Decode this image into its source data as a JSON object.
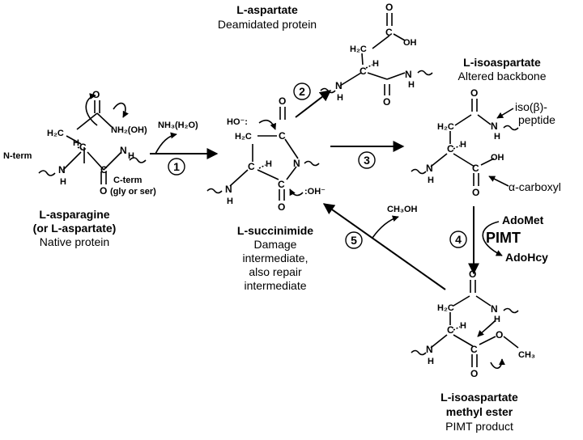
{
  "title": "",
  "colors": {
    "ink": "#000000",
    "background": "#ffffff"
  },
  "molecules": {
    "asparagine": {
      "name_line1": "L-asparagine",
      "name_line2": "(or L-aspartate)",
      "caption": "Native protein",
      "atoms": {
        "o_top": "O",
        "nh2": "NH₂(OH)",
        "h2c": "H₂C",
        "c_alpha": "C",
        "h": "H",
        "n_amide": "N",
        "h_amide": "H",
        "nh": "N",
        "nh_h": "H",
        "c_carbonyl": "C",
        "o_bottom": "O"
      },
      "n_term": "N-term",
      "c_term_line1": "C-term",
      "c_term_line2": "(gly or ser)"
    },
    "aspartate": {
      "name": "L-aspartate",
      "caption": "Deamidated protein",
      "atoms": {
        "o_top": "O",
        "oh": "OH",
        "h2c": "H₂C",
        "c": "C",
        "h": "H",
        "nh": "N",
        "nh_h": "H",
        "c_carbonyl": "C",
        "n_amide": "N",
        "h_amide": "H",
        "o_bottom": "O"
      }
    },
    "succinimide": {
      "name": "L-succinimide",
      "caption_line1": "Damage",
      "caption_line2": "intermediate,",
      "caption_line3": "also repair",
      "caption_line4": "intermediate",
      "atoms": {
        "ho": "HO⁻:",
        "o_top": "O",
        "h2c": "H₂C",
        "c1": "C",
        "c2": "C",
        "h": "H",
        "n_ring": "N",
        "nh": "N",
        "nh_h": "H",
        "c3": "C",
        "o_bottom": "O",
        "oh": ":OH⁻"
      }
    },
    "isoaspartate": {
      "name": "L-isoaspartate",
      "caption": "Altered backbone",
      "atoms": {
        "o_top": "O",
        "h2c": "H₂C",
        "c": "C",
        "h": "H",
        "nh": "N",
        "nh_h": "H",
        "c_carboxyl": "C",
        "oh": "OH",
        "o_bottom": "O",
        "n_amide": "N",
        "h_amide": "H"
      },
      "label_iso_line1": "iso(β)-",
      "label_iso_line2": "peptide",
      "label_carboxyl": "α-carboxyl"
    },
    "methyl_ester": {
      "name_line1": "L-isoaspartate",
      "name_line2": "methyl ester",
      "caption": "PIMT product",
      "atoms": {
        "o_top": "O",
        "h2c": "H₂C",
        "c": "C",
        "h": "H",
        "nh": "N",
        "nh_h": "H",
        "c_ester": "C",
        "o_ester": "O",
        "ch3": "CH₃",
        "o_bottom": "O",
        "n_amide": "N",
        "h_amide": "H"
      }
    }
  },
  "steps": [
    {
      "number": "1",
      "reagent": "NH₃(H₂O)"
    },
    {
      "number": "2"
    },
    {
      "number": "3"
    },
    {
      "number": "4",
      "reagent_in": "AdoMet",
      "enzyme": "PIMT",
      "reagent_out": "AdoHcy"
    },
    {
      "number": "5",
      "reagent": "CH₃OH"
    }
  ]
}
